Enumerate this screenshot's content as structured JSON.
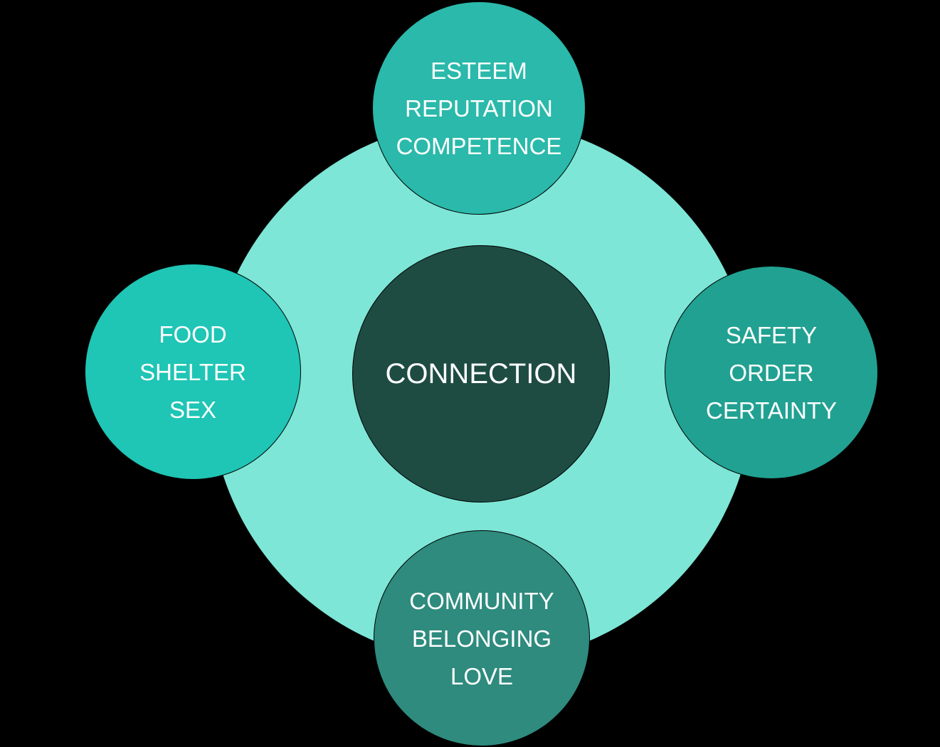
{
  "diagram": {
    "background_color": "#000000",
    "text_color": "#ffffff",
    "halo": {
      "color": "#7de6d6"
    },
    "core": {
      "label": "CONNECTION",
      "color": "#1e4c43"
    },
    "nodes": {
      "top": {
        "lines": [
          "ESTEEM",
          "REPUTATION",
          "COMPETENCE"
        ],
        "color": "#2ab9aa"
      },
      "left": {
        "lines": [
          "FOOD",
          "SHELTER",
          "SEX"
        ],
        "color": "#1fc5b5"
      },
      "right": {
        "lines": [
          "SAFETY",
          "ORDER",
          "CERTAINTY"
        ],
        "color": "#21a192"
      },
      "bottom": {
        "lines": [
          "COMMUNITY",
          "BELONGING",
          "LOVE"
        ],
        "color": "#2e8b7e"
      }
    }
  }
}
